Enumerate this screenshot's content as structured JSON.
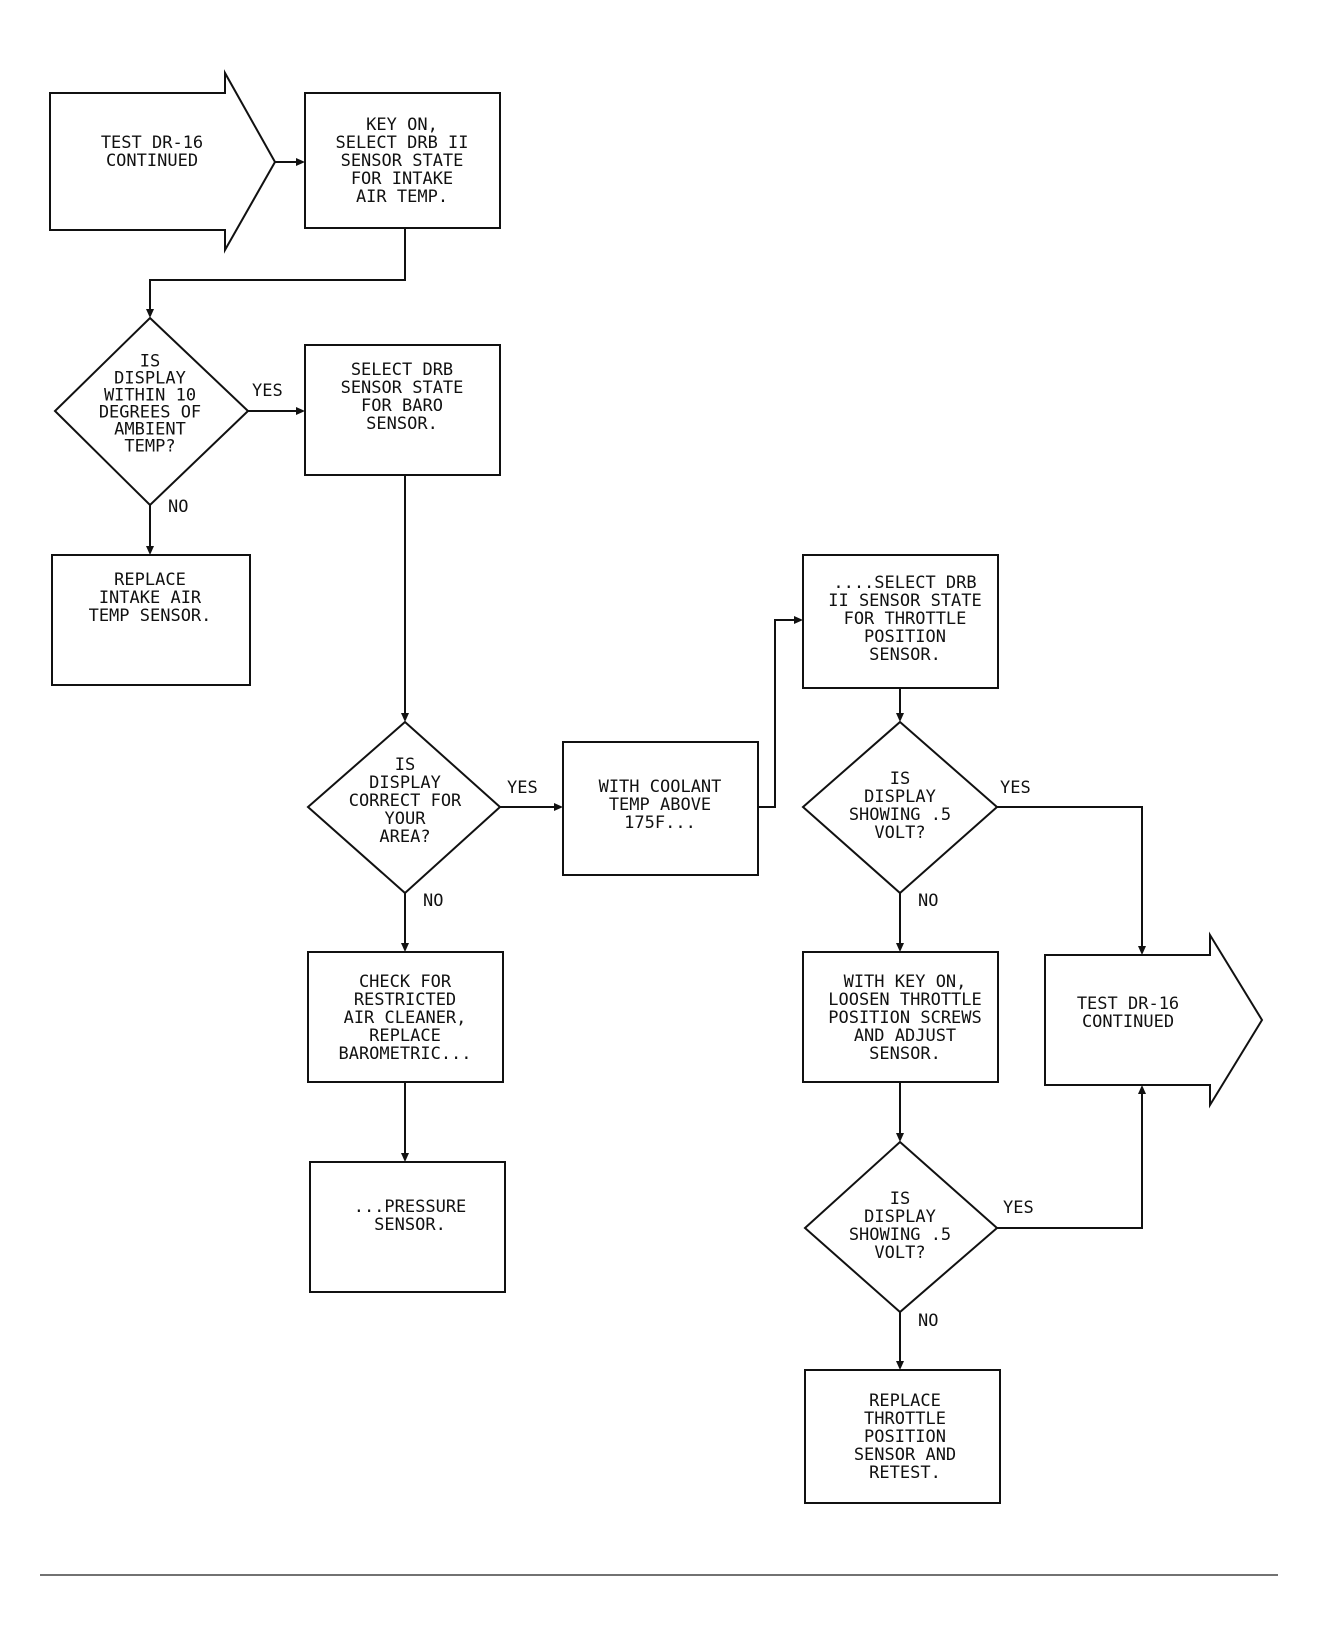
{
  "nodes": {
    "start": [
      "TEST DR-16",
      "CONTINUED"
    ],
    "key_on": [
      "KEY ON,",
      "SELECT DRB II",
      "SENSOR STATE",
      "FOR INTAKE",
      "AIR TEMP."
    ],
    "q_ambient": [
      "IS",
      "DISPLAY",
      "WITHIN 10",
      "DEGREES OF",
      "AMBIENT",
      "TEMP?"
    ],
    "replace_intake": [
      "REPLACE",
      "INTAKE AIR",
      "TEMP SENSOR."
    ],
    "select_baro": [
      "SELECT DRB",
      "SENSOR STATE",
      "FOR BARO",
      "SENSOR."
    ],
    "q_area": [
      "IS",
      "DISPLAY",
      "CORRECT FOR",
      "YOUR",
      "AREA?"
    ],
    "check_restricted": [
      "CHECK FOR",
      "RESTRICTED",
      "AIR CLEANER,",
      "REPLACE",
      "BAROMETRIC..."
    ],
    "pressure_sensor": [
      "...PRESSURE",
      "SENSOR."
    ],
    "coolant": [
      "WITH COOLANT",
      "TEMP ABOVE",
      "175F..."
    ],
    "select_throttle": [
      "....SELECT DRB",
      "II SENSOR STATE",
      "FOR THROTTLE",
      "POSITION",
      "SENSOR."
    ],
    "q_volt1": [
      "IS",
      "DISPLAY",
      "SHOWING .5",
      "VOLT?"
    ],
    "loosen": [
      "WITH KEY ON,",
      "LOOSEN THROTTLE",
      "POSITION SCREWS",
      "AND ADJUST",
      "SENSOR."
    ],
    "q_volt2": [
      "IS",
      "DISPLAY",
      "SHOWING .5",
      "VOLT?"
    ],
    "replace_throttle": [
      "REPLACE",
      "THROTTLE",
      "POSITION",
      "SENSOR AND",
      "RETEST."
    ],
    "end": [
      "TEST DR-16",
      "CONTINUED"
    ]
  },
  "edge_labels": {
    "ambient_yes": "YES",
    "ambient_no": "NO",
    "area_yes": "YES",
    "area_no": "NO",
    "volt1_yes": "YES",
    "volt1_no": "NO",
    "volt2_yes": "YES",
    "volt2_no": "NO"
  }
}
